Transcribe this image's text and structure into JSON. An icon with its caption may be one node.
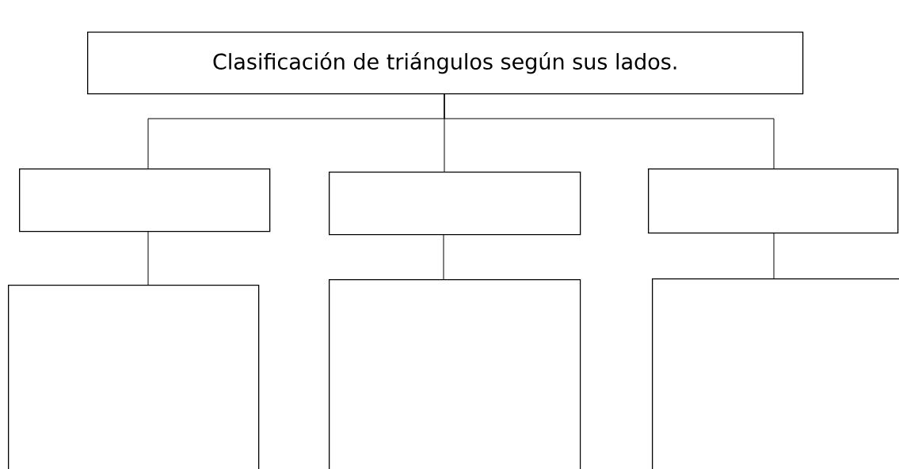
{
  "diagram": {
    "nodes": [
      {
        "text": [
          "Clasificación de triángulos según sus lados."
        ]
      },
      {
        "text": [],
        "shape": "box"
      },
      {
        "text": [],
        "shape": "box"
      },
      {
        "text": [],
        "shape": "box"
      },
      {
        "text": [],
        "shape": "box"
      },
      {
        "text": [],
        "shape": "box"
      },
      {
        "text": [],
        "shape": "box"
      }
    ],
    "edges": [
      {
        "from": 0,
        "to": 1,
        "arrow": "none"
      },
      {
        "from": 0,
        "to": 2,
        "arrow": "none"
      },
      {
        "from": 0,
        "to": 3,
        "arrow": "none"
      },
      {
        "from": 1,
        "to": 4,
        "arrow": "none"
      },
      {
        "from": 2,
        "to": 5,
        "arrow": "none"
      },
      {
        "from": 3,
        "to": 6,
        "arrow": "none"
      }
    ]
  }
}
